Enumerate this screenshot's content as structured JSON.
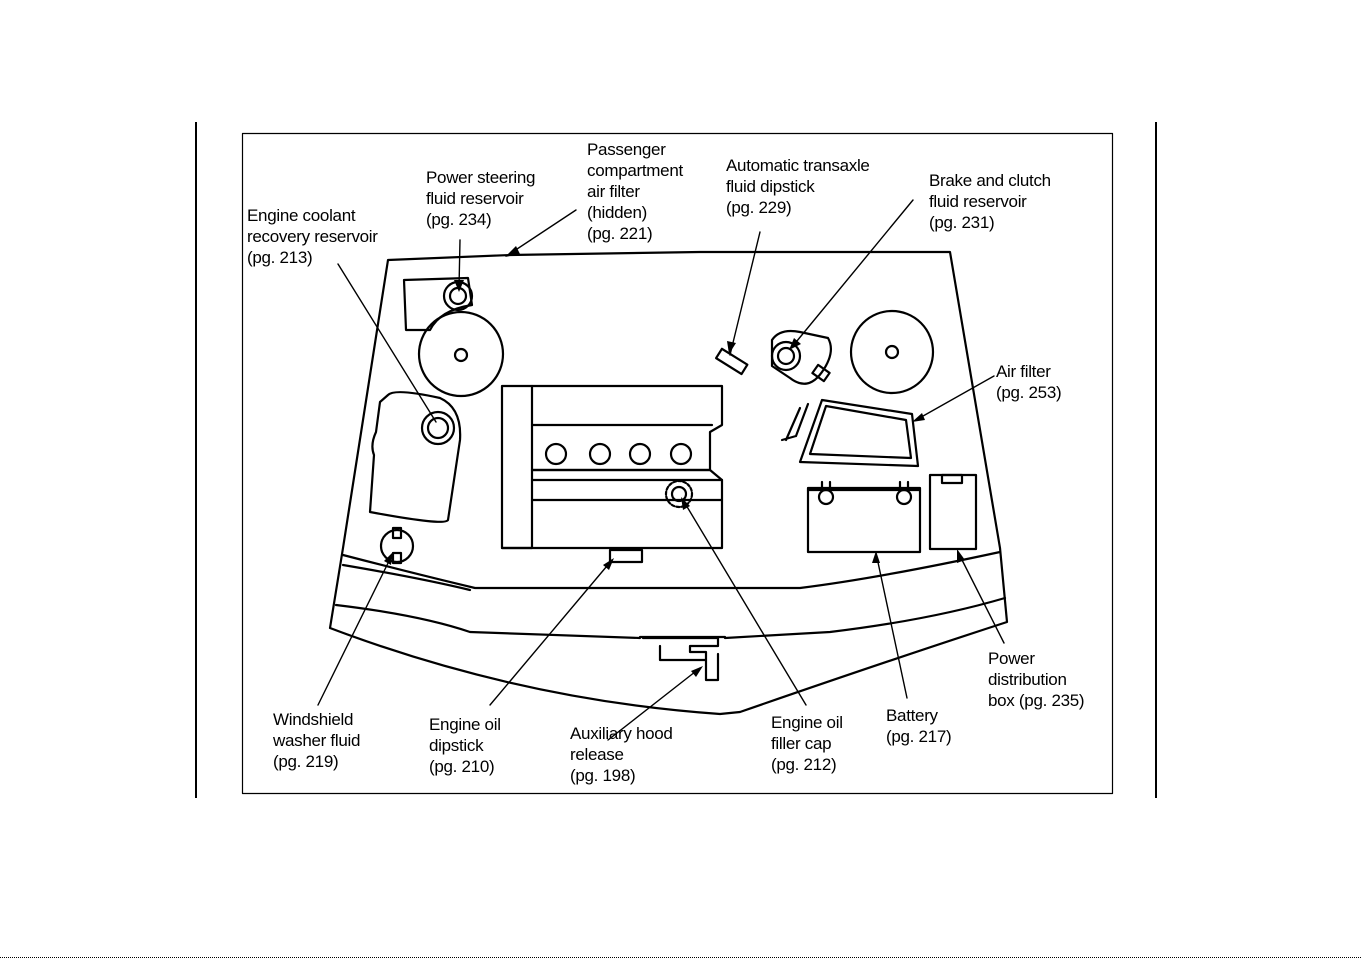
{
  "labels": {
    "engine_coolant": [
      "Engine coolant",
      "recovery reservoir",
      "(pg. 213)"
    ],
    "power_steering": [
      "Power steering",
      "fluid reservoir",
      "(pg. 234)"
    ],
    "passenger_filter": [
      "Passenger",
      "compartment",
      "air filter",
      "(hidden)",
      "(pg. 221)"
    ],
    "auto_transaxle": [
      "Automatic transaxle",
      "fluid dipstick",
      "(pg. 229)"
    ],
    "brake_clutch": [
      "Brake and clutch",
      "fluid reservoir",
      "(pg. 231)"
    ],
    "air_filter": [
      "Air filter",
      "(pg. 253)"
    ],
    "power_distribution": [
      "Power",
      "distribution",
      "box (pg. 235)"
    ],
    "battery": [
      "Battery",
      "(pg. 217)"
    ],
    "oil_filler": [
      "Engine oil",
      "filler cap",
      "(pg. 212)"
    ],
    "hood_release": [
      "Auxiliary hood",
      "release",
      "(pg. 198)"
    ],
    "oil_dipstick": [
      "Engine oil",
      "dipstick",
      "(pg. 210)"
    ],
    "washer_fluid": [
      "Windshield",
      "washer fluid",
      "(pg. 219)"
    ]
  }
}
